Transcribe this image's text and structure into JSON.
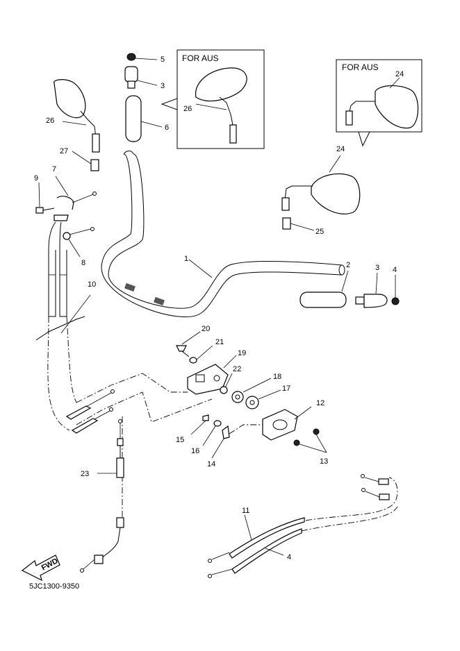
{
  "diagram": {
    "drawing_code": "5JC1300-9350",
    "fwd_label": "FWD",
    "inset_boxes": [
      {
        "id": "left",
        "title": "FOR AUS",
        "callout": "26"
      },
      {
        "id": "right",
        "title": "FOR AUS",
        "callout": "24"
      }
    ],
    "callouts": [
      {
        "id": "c1",
        "text": "1"
      },
      {
        "id": "c2",
        "text": "2"
      },
      {
        "id": "c3a",
        "text": "3"
      },
      {
        "id": "c3b",
        "text": "3"
      },
      {
        "id": "c4a",
        "text": "4"
      },
      {
        "id": "c4b",
        "text": "4"
      },
      {
        "id": "c5",
        "text": "5"
      },
      {
        "id": "c6",
        "text": "6"
      },
      {
        "id": "c7",
        "text": "7"
      },
      {
        "id": "c8",
        "text": "8"
      },
      {
        "id": "c9",
        "text": "9"
      },
      {
        "id": "c10",
        "text": "10"
      },
      {
        "id": "c11",
        "text": "11"
      },
      {
        "id": "c12",
        "text": "12"
      },
      {
        "id": "c13",
        "text": "13"
      },
      {
        "id": "c14",
        "text": "14"
      },
      {
        "id": "c15",
        "text": "15"
      },
      {
        "id": "c16",
        "text": "16"
      },
      {
        "id": "c17",
        "text": "17"
      },
      {
        "id": "c18",
        "text": "18"
      },
      {
        "id": "c19",
        "text": "19"
      },
      {
        "id": "c20",
        "text": "20"
      },
      {
        "id": "c21",
        "text": "21"
      },
      {
        "id": "c22",
        "text": "22"
      },
      {
        "id": "c23",
        "text": "23"
      },
      {
        "id": "c24",
        "text": "24"
      },
      {
        "id": "c25",
        "text": "25"
      },
      {
        "id": "c26",
        "text": "26"
      },
      {
        "id": "c27",
        "text": "27"
      }
    ]
  }
}
